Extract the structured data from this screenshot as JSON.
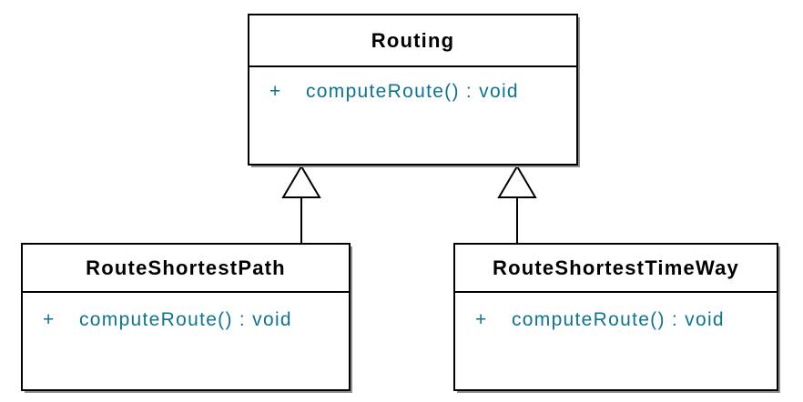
{
  "diagram": {
    "type": "uml-class-diagram",
    "classes": [
      {
        "name": "Routing",
        "method": {
          "visibility": "+",
          "signature": "computeRoute() : void"
        }
      },
      {
        "name": "RouteShortestPath",
        "method": {
          "visibility": "+",
          "signature": "computeRoute() : void"
        }
      },
      {
        "name": "RouteShortestTimeWay",
        "method": {
          "visibility": "+",
          "signature": "computeRoute() : void"
        }
      }
    ],
    "relations": [
      {
        "type": "generalization",
        "from": "RouteShortestPath",
        "to": "Routing"
      },
      {
        "type": "generalization",
        "from": "RouteShortestTimeWay",
        "to": "Routing"
      }
    ],
    "colors": {
      "background": "#ffffff",
      "border": "#000000",
      "title_text": "#000000",
      "method_text": "#0e7490"
    }
  }
}
